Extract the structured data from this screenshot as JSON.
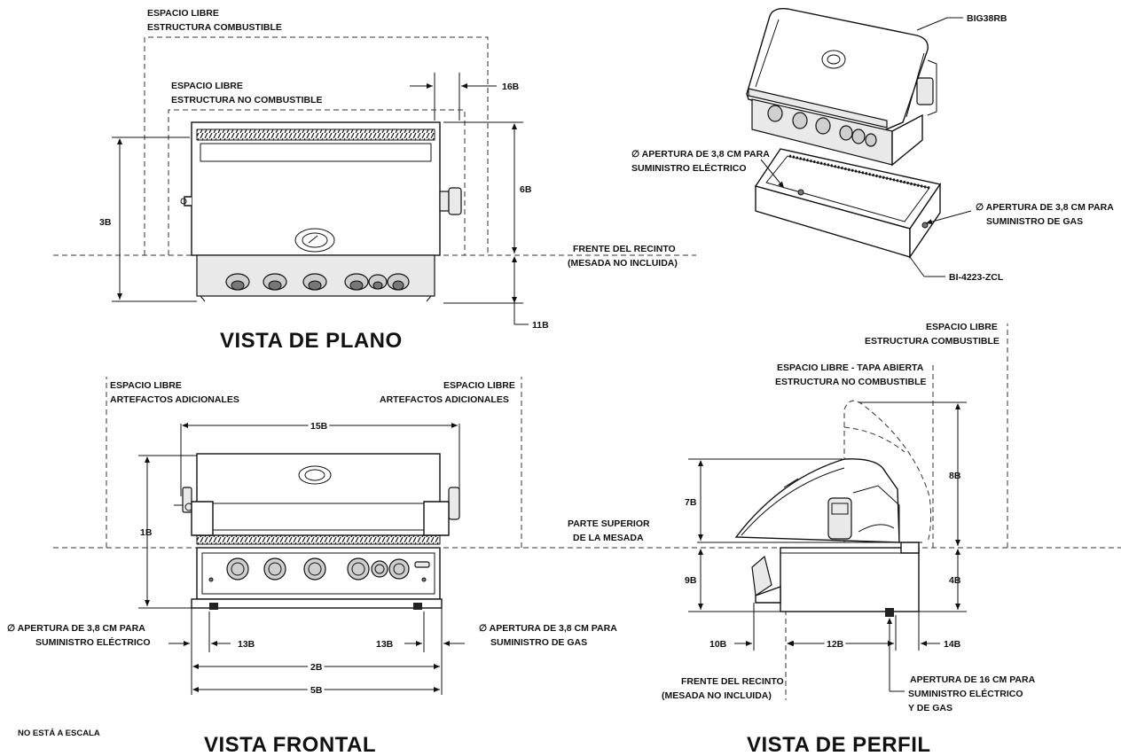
{
  "titles": {
    "plan": "VISTA DE PLANO",
    "front": "VISTA FRONTAL",
    "profile": "VISTA DE PERFIL"
  },
  "note": "NO ESTÁ A ESCALA",
  "plan": {
    "clearance_combustible_1": "ESPACIO LIBRE",
    "clearance_combustible_2": "ESTRUCTURA COMBUSTIBLE",
    "clearance_noncomb_1": "ESPACIO LIBRE",
    "clearance_noncomb_2": "ESTRUCTURA NO COMBUSTIBLE",
    "enclosure_front_1": "FRENTE DEL RECINTO",
    "enclosure_front_2": "(MESADA NO INCLUIDA)",
    "dims": {
      "d16": "16B",
      "d6": "6B",
      "d3": "3B",
      "d11": "11B"
    }
  },
  "iso": {
    "model_grill": "BIG38RB",
    "model_enclosure": "BI-4223-ZCL",
    "elec_1": "∅ APERTURA DE 3,8 CM PARA",
    "elec_2": "SUMINISTRO ELÉCTRICO",
    "gas_1": "∅ APERTURA DE 3,8 CM PARA",
    "gas_2": "SUMINISTRO DE GAS"
  },
  "front": {
    "left_clear_1": "ESPACIO LIBRE",
    "left_clear_2": "ARTEFACTOS ADICIONALES",
    "right_clear_1": "ESPACIO LIBRE",
    "right_clear_2": "ARTEFACTOS ADICIONALES",
    "counter_1": "PARTE SUPERIOR",
    "counter_2": "DE LA MESADA",
    "elec_1": "∅ APERTURA DE 3,8 CM PARA",
    "elec_2": "SUMINISTRO ELÉCTRICO",
    "gas_1": "∅ APERTURA DE 3,8 CM PARA",
    "gas_2": "SUMINISTRO DE GAS",
    "dims": {
      "d15": "15B",
      "d1": "1B",
      "d13a": "13B",
      "d13b": "13B",
      "d2": "2B",
      "d5": "5B"
    }
  },
  "profile": {
    "clear_comb_1": "ESPACIO LIBRE",
    "clear_comb_2": "ESTRUCTURA COMBUSTIBLE",
    "clear_open_1": "ESPACIO LIBRE - TAPA ABIERTA",
    "clear_open_2": "ESTRUCTURA NO COMBUSTIBLE",
    "enclosure_front_1": "FRENTE DEL RECINTO",
    "enclosure_front_2": "(MESADA NO INCLUIDA)",
    "opening_1": "APERTURA DE 16 CM PARA",
    "opening_2": "SUMINISTRO ELÉCTRICO",
    "opening_3": "Y DE GAS",
    "dims": {
      "d7": "7B",
      "d8": "8B",
      "d9": "9B",
      "d4": "4B",
      "d10": "10B",
      "d12": "12B",
      "d14": "14B"
    }
  }
}
